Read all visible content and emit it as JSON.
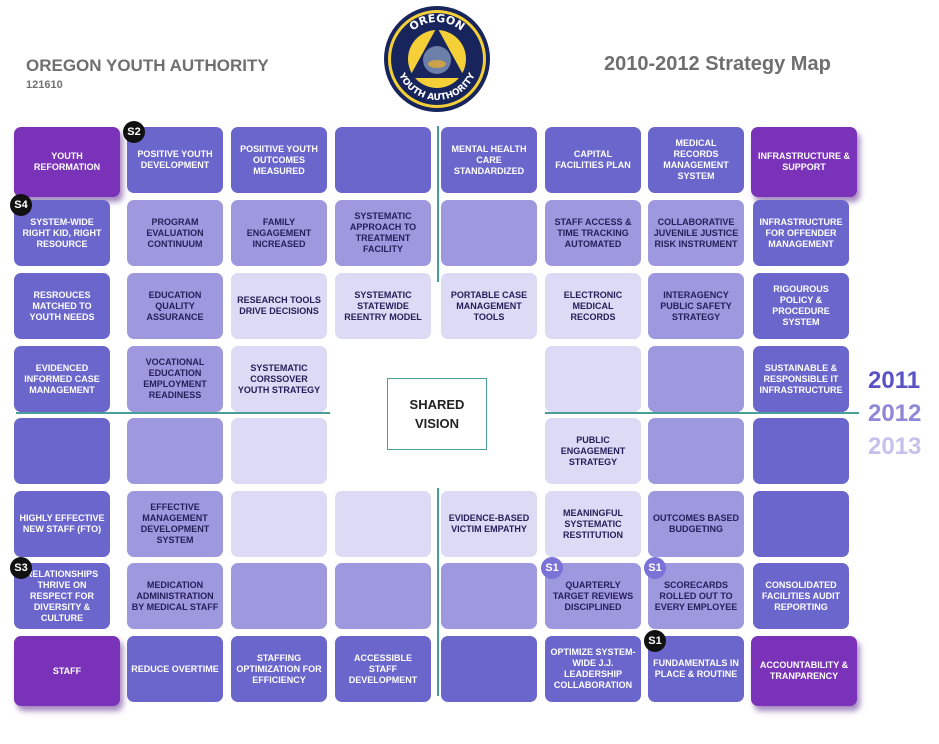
{
  "header": {
    "org": "OREGON YOUTH AUTHORITY",
    "code": "121610",
    "map_title": "2010-2012 Strategy Map",
    "seal_top": "OREGON",
    "seal_bottom": "YOUTH AUTHORITY"
  },
  "shared_vision": "SHARED\nVISION",
  "legend": [
    {
      "label": "2011",
      "color": "#5a52c4"
    },
    {
      "label": "2012",
      "color": "#8f88d6"
    },
    {
      "label": "2013",
      "color": "#c5c1ec"
    }
  ],
  "colors": {
    "2011": "#6a66cc",
    "2012": "#9e98de",
    "2013": "#dcdaf4",
    "corner": "#7a33b8",
    "separator": "#4a9e9a"
  },
  "rows": [
    [
      {
        "label": "YOUTH REFORMATION",
        "style": "corner"
      },
      {
        "label": "POSITIVE YOUTH DEVELOPMENT",
        "style": "2011",
        "badge": "S2",
        "badge_style": "dark"
      },
      {
        "label": "POSIITIVE YOUTH OUTCOMES MEASURED",
        "style": "2011"
      },
      {
        "label": "",
        "style": "2011"
      },
      {
        "label": "MENTAL HEALTH CARE STANDARDIZED",
        "style": "2011"
      },
      {
        "label": "CAPITAL FACILITIES PLAN",
        "style": "2011"
      },
      {
        "label": "MEDICAL RECORDS MANAGEMENT SYSTEM",
        "style": "2011"
      },
      {
        "label": "INFRASTRUCTURE & SUPPORT",
        "style": "corner"
      }
    ],
    [
      {
        "label": "SYSTEM-WIDE RIGHT KID, RIGHT RESOURCE",
        "style": "2011",
        "badge": "S4",
        "badge_style": "dark"
      },
      {
        "label": "PROGRAM EVALUATION CONTINUUM",
        "style": "2012"
      },
      {
        "label": "FAMILY ENGAGEMENT INCREASED",
        "style": "2012"
      },
      {
        "label": "SYSTEMATIC APPROACH TO TREATMENT FACILITY",
        "style": "2012"
      },
      {
        "label": "",
        "style": "2012"
      },
      {
        "label": "STAFF ACCESS & TIME TRACKING AUTOMATED",
        "style": "2012"
      },
      {
        "label": "COLLABORATIVE JUVENILE JUSTICE RISK INSTRUMENT",
        "style": "2012"
      },
      {
        "label": "INFRASTRUCTURE FOR OFFENDER MANAGEMENT",
        "style": "2011"
      }
    ],
    [
      {
        "label": "RESROUCES MATCHED TO YOUTH NEEDS",
        "style": "2011"
      },
      {
        "label": "EDUCATION QUALITY ASSURANCE",
        "style": "2012"
      },
      {
        "label": "RESEARCH TOOLS DRIVE DECISIONS",
        "style": "2013"
      },
      {
        "label": "SYSTEMATIC STATEWIDE REENTRY MODEL",
        "style": "2013"
      },
      {
        "label": "PORTABLE CASE MANAGEMENT TOOLS",
        "style": "2013"
      },
      {
        "label": "ELECTRONIC MEDICAL RECORDS",
        "style": "2013"
      },
      {
        "label": "INTERAGENCY PUBLIC SAFETY STRATEGY",
        "style": "2012"
      },
      {
        "label": "RIGOUROUS POLICY & PROCEDURE SYSTEM",
        "style": "2011"
      }
    ],
    [
      {
        "label": "EVIDENCED INFORMED CASE MANAGEMENT",
        "style": "2011"
      },
      {
        "label": "VOCATIONAL EDUCATION EMPLOYMENT READINESS",
        "style": "2012"
      },
      {
        "label": "SYSTEMATIC CORSSOVER YOUTH STRATEGY",
        "style": "2013"
      },
      null,
      null,
      {
        "label": "",
        "style": "2013"
      },
      {
        "label": "",
        "style": "2012"
      },
      {
        "label": "SUSTAINABLE & RESPONSIBLE IT INFRASTRUCTURE",
        "style": "2011"
      }
    ],
    [
      {
        "label": "",
        "style": "2011"
      },
      {
        "label": "",
        "style": "2012"
      },
      {
        "label": "",
        "style": "2013"
      },
      null,
      null,
      {
        "label": "PUBLIC ENGAGEMENT STRATEGY",
        "style": "2013"
      },
      {
        "label": "",
        "style": "2012"
      },
      {
        "label": "",
        "style": "2011"
      }
    ],
    [
      {
        "label": "HIGHLY EFFECTIVE NEW STAFF (FTO)",
        "style": "2011"
      },
      {
        "label": "EFFECTIVE MANAGEMENT DEVELOPMENT SYSTEM",
        "style": "2012"
      },
      {
        "label": "",
        "style": "2013"
      },
      {
        "label": "",
        "style": "2013"
      },
      {
        "label": "EVIDENCE-BASED VICTIM EMPATHY",
        "style": "2013"
      },
      {
        "label": "MEANINGFUL SYSTEMATIC RESTITUTION",
        "style": "2013"
      },
      {
        "label": "OUTCOMES BASED BUDGETING",
        "style": "2012"
      },
      {
        "label": "",
        "style": "2011"
      }
    ],
    [
      {
        "label": "RELATIONSHIPS THRIVE ON RESPECT FOR DIVERSITY & CULTURE",
        "style": "2011",
        "badge": "S3",
        "badge_style": "dark"
      },
      {
        "label": "MEDICATION ADMINISTRATION BY MEDICAL STAFF",
        "style": "2012"
      },
      {
        "label": "",
        "style": "2012"
      },
      {
        "label": "",
        "style": "2012"
      },
      {
        "label": "",
        "style": "2012"
      },
      {
        "label": "QUARTERLY TARGET REVIEWS DISCIPLINED",
        "style": "2012",
        "badge": "S1",
        "badge_style": "mid"
      },
      {
        "label": "SCORECARDS ROLLED OUT TO EVERY EMPLOYEE",
        "style": "2012",
        "badge": "S1",
        "badge_style": "mid"
      },
      {
        "label": "CONSOLIDATED FACILITIES AUDIT REPORTING",
        "style": "2011"
      }
    ],
    [
      {
        "label": "STAFF",
        "style": "corner"
      },
      {
        "label": "REDUCE OVERTIME",
        "style": "2011"
      },
      {
        "label": "STAFFING OPTIMIZATION FOR EFFICIENCY",
        "style": "2011"
      },
      {
        "label": "ACCESSIBLE STAFF DEVELOPMENT",
        "style": "2011"
      },
      {
        "label": "",
        "style": "2011"
      },
      {
        "label": "OPTIMIZE SYSTEM-WIDE J.J. LEADERSHIP COLLABORATION",
        "style": "2011"
      },
      {
        "label": "FUNDAMENTALS IN PLACE & ROUTINE",
        "style": "2011",
        "badge": "S1",
        "badge_style": "dark"
      },
      {
        "label": "ACCOUNTABILITY & TRANPARENCY",
        "style": "corner"
      }
    ]
  ]
}
